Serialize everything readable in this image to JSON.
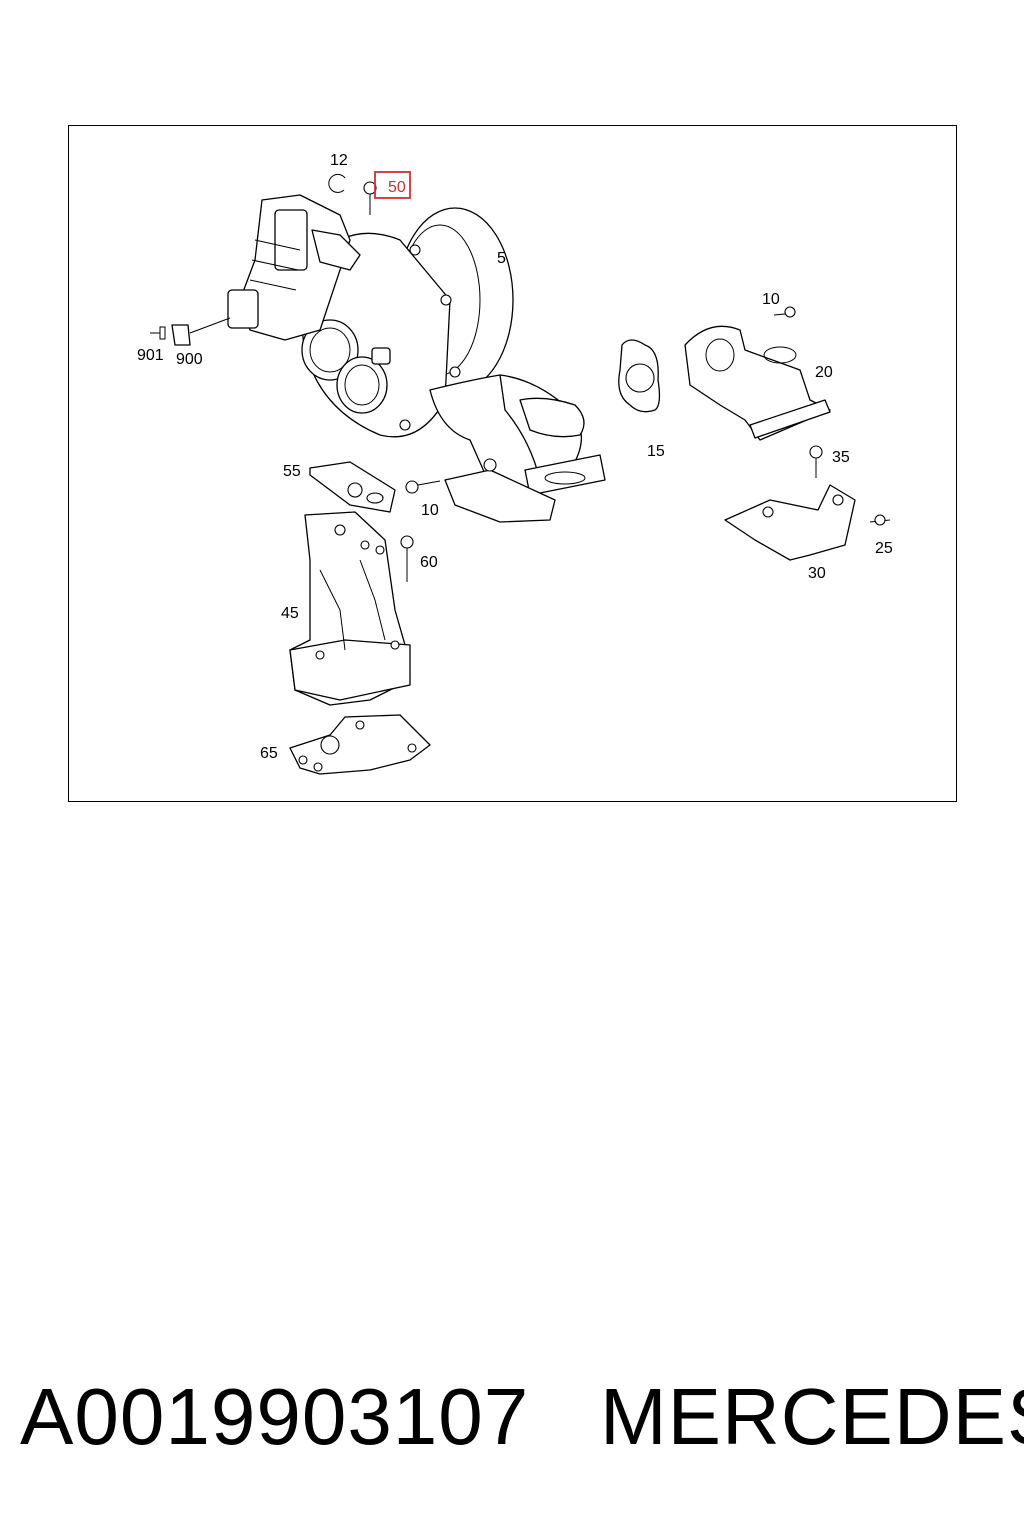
{
  "diagram": {
    "callouts": [
      "12",
      "50",
      "5",
      "10",
      "20",
      "901",
      "900",
      "15",
      "55",
      "10",
      "35",
      "25",
      "30",
      "60",
      "45",
      "65"
    ],
    "highlighted_callout": "50",
    "highlight_color": "#d32f2f"
  },
  "footer": {
    "part_number": "A0019903107",
    "brand": "MERCEDES"
  }
}
